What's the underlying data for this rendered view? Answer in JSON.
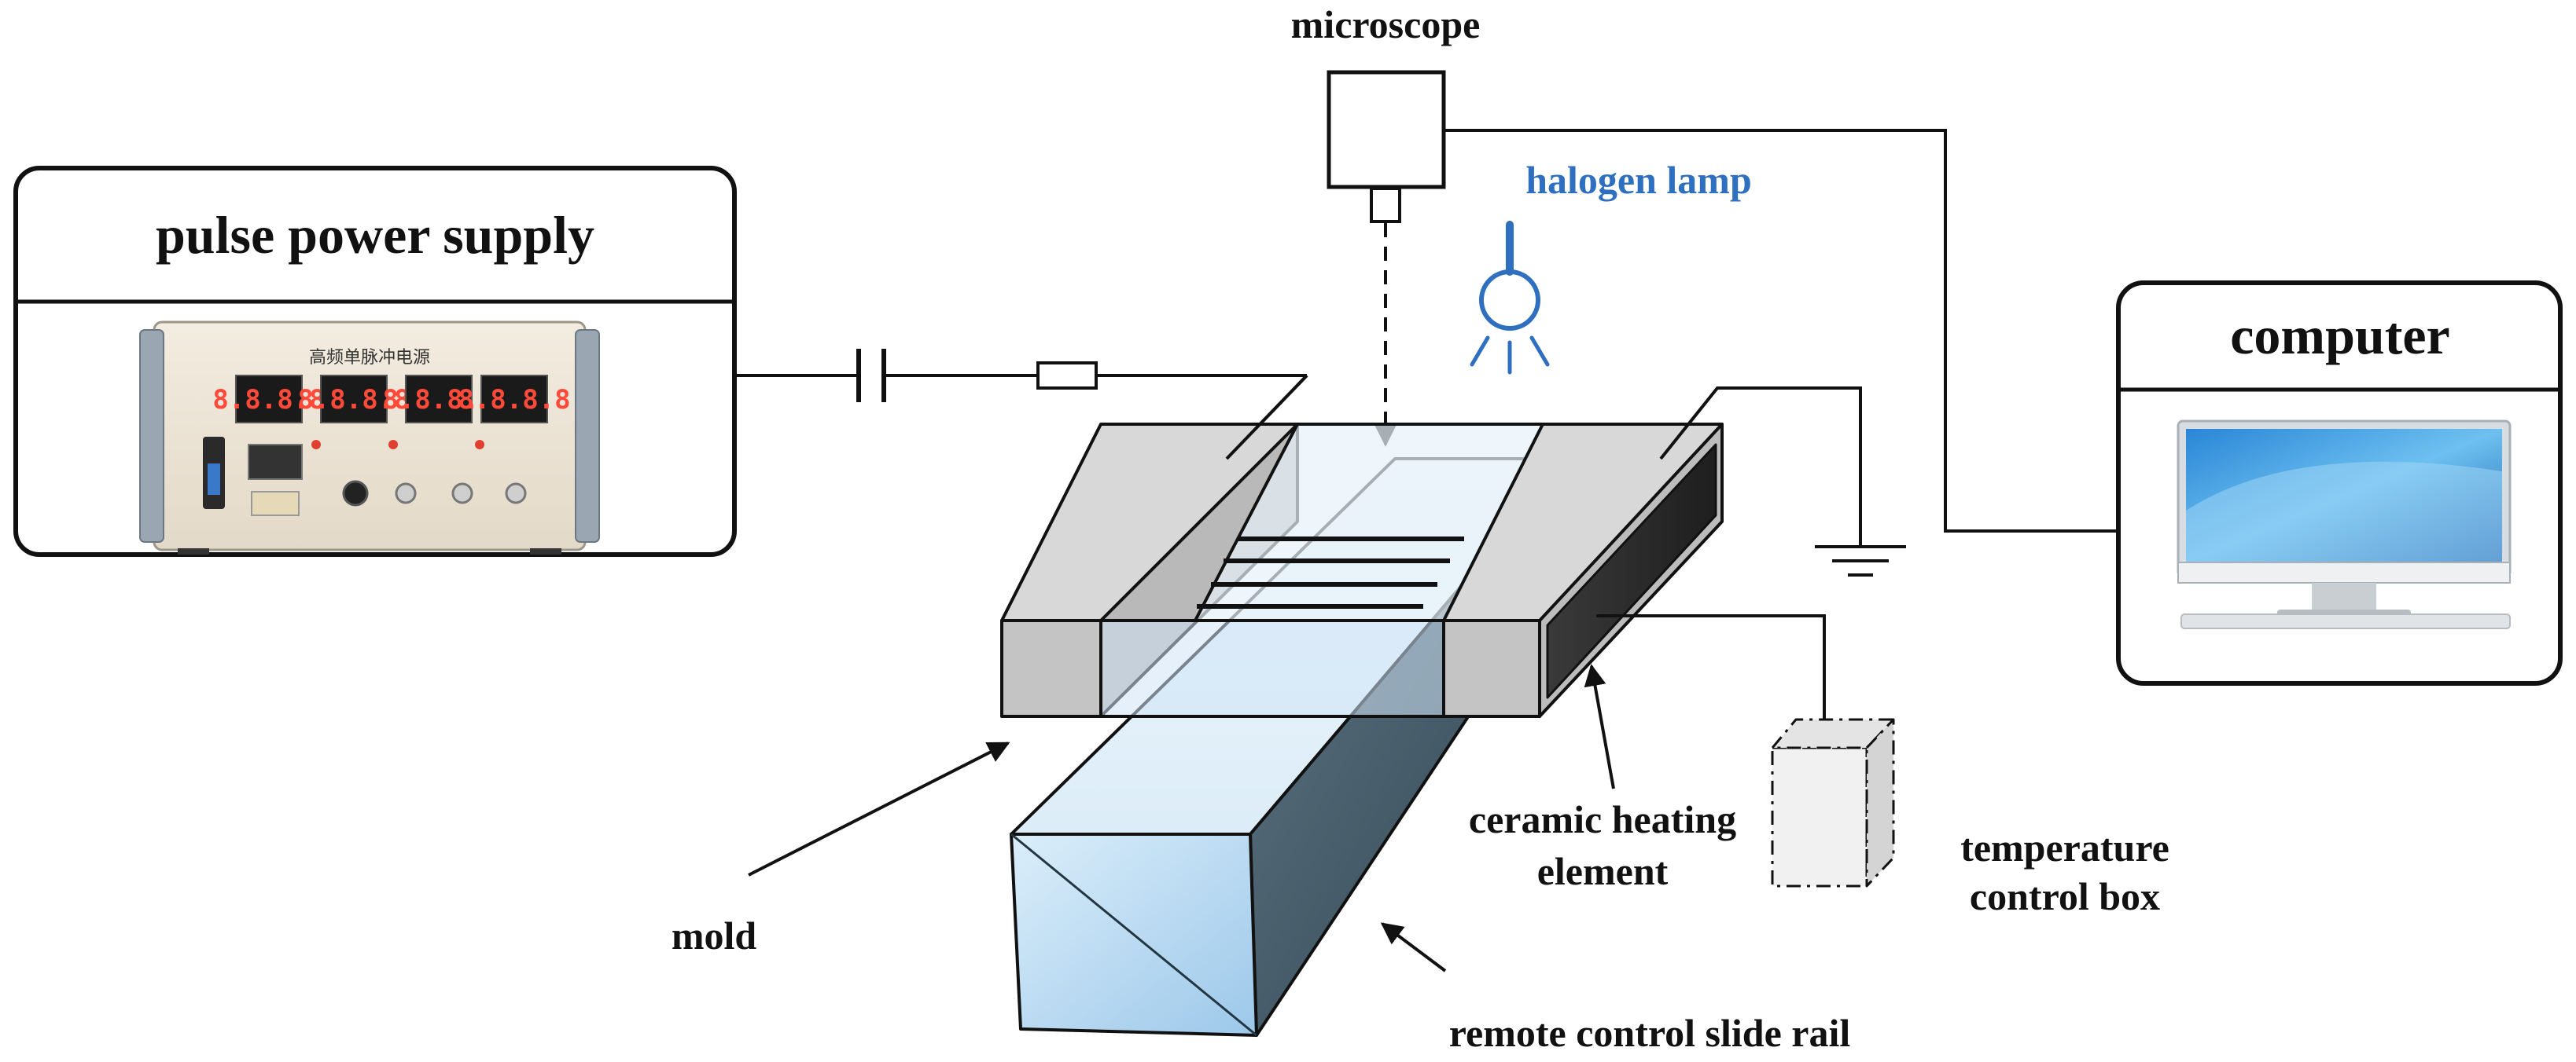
{
  "labels": {
    "pulse_power_supply": "pulse power supply",
    "computer": "computer",
    "microscope": "microscope",
    "halogen_lamp": "halogen lamp",
    "mold": "mold",
    "ceramic_heating_line1": "ceramic heating",
    "ceramic_heating_line2": "element",
    "temperature_line1": "temperature",
    "temperature_line2": "control box",
    "slide_rail": "remote control slide rail"
  },
  "device_panel": {
    "chinese_title": "高频单脉冲电源",
    "led_readouts": [
      "8.8.8.8",
      "8.8.8.8",
      "8.8.8.8",
      "8.8.8.8"
    ]
  },
  "colors": {
    "outline": "#111111",
    "accent_blue": "#2f6fc0",
    "glass_light": "#cfe4f6",
    "glass_dark": "#3f5562",
    "block_gray": "#c8c8c8",
    "heater_dark": "#2e2e2e"
  }
}
